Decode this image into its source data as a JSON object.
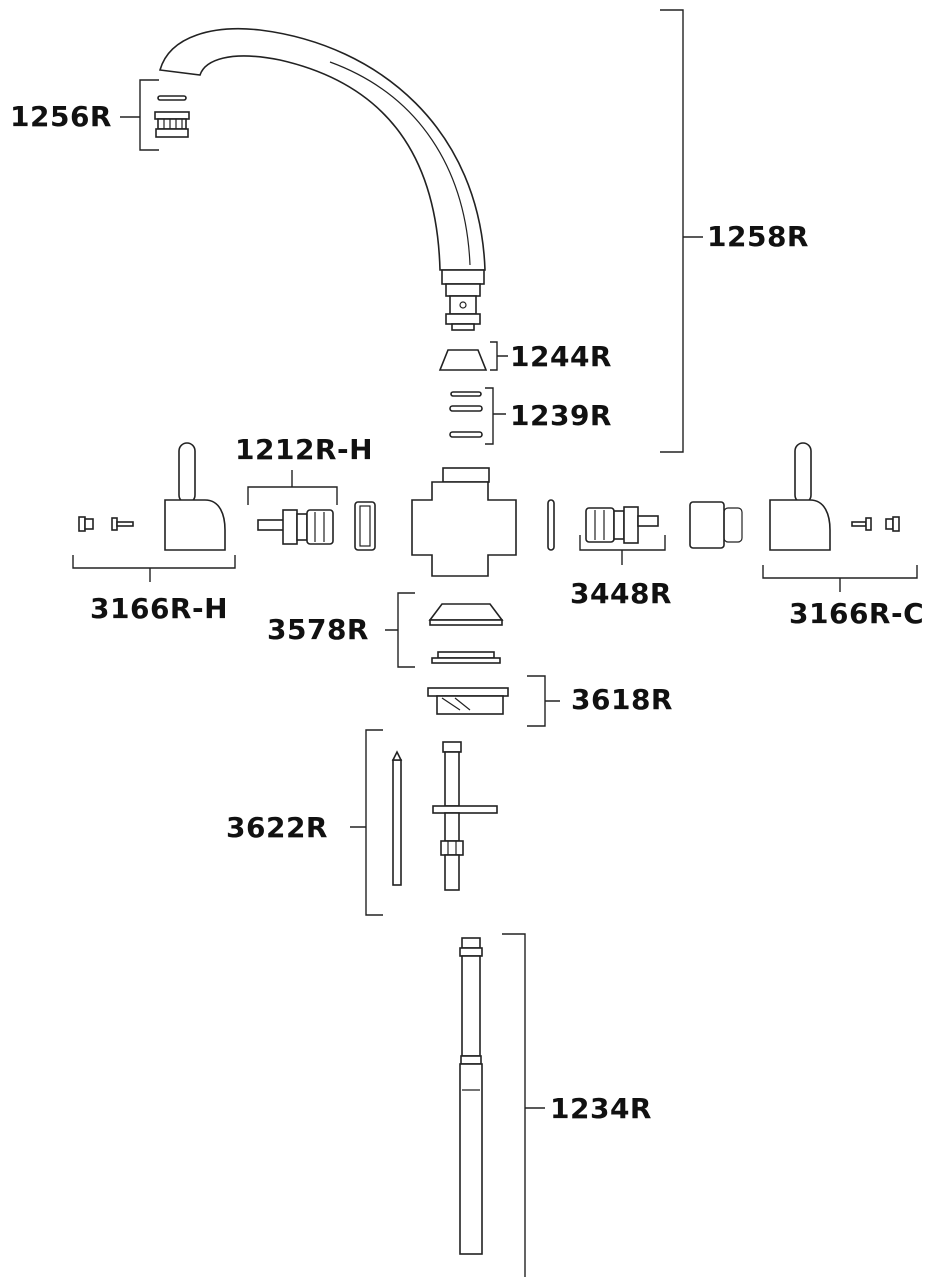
{
  "labels": {
    "p1256R": "1256R",
    "p1258R": "1258R",
    "p1244R": "1244R",
    "p1239R": "1239R",
    "p1212RH": "1212R-H",
    "p3166RH": "3166R-H",
    "p3448R": "3448R",
    "p3166RC": "3166R-C",
    "p3578R": "3578R",
    "p3618R": "3618R",
    "p3622R": "3622R",
    "p1234R": "1234R"
  },
  "colors": {
    "line": "#222222",
    "text": "#111111",
    "background": "#ffffff"
  }
}
